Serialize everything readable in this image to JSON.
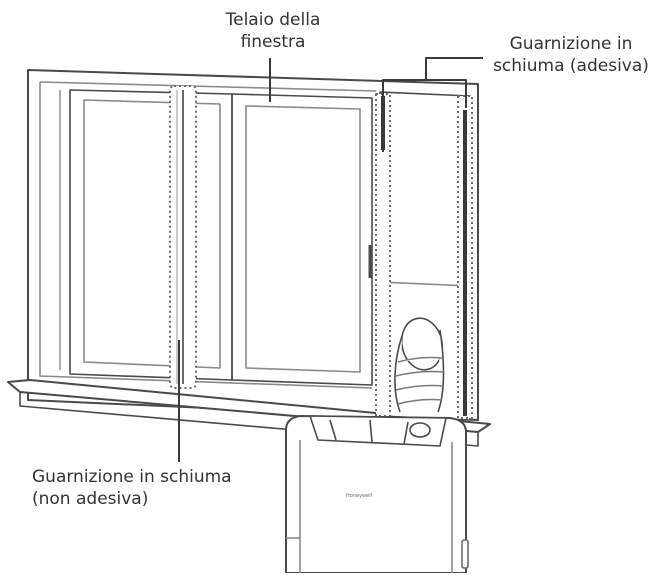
{
  "labels": {
    "window_frame": [
      "Telaio della",
      "finestra"
    ],
    "adhesive_foam": [
      "Guarnizione in",
      "schiuma (adesiva)"
    ],
    "non_adhesive_foam": [
      "Guarnizione in schiuma",
      "(non adesiva)"
    ]
  },
  "unit_brand": "Honeywell",
  "colors": {
    "line": "#4a4a4a",
    "light_line": "#9a9a9a",
    "foam": "#6a6a6a",
    "text": "#333333"
  }
}
